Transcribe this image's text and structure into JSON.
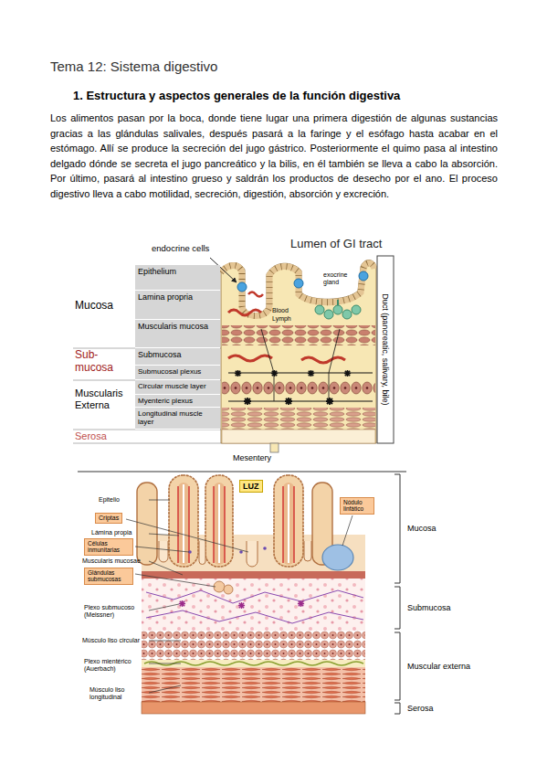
{
  "diagram": {
    "title": "Tema 12: Sistema digestivo",
    "nodes": [
      {
        "text": [
          "Epithelium"
        ]
      },
      {
        "text": [
          "Lamina propria"
        ]
      },
      {
        "text": [
          "Muscularis mucosa"
        ]
      },
      {
        "text": [
          "Submucosa"
        ]
      },
      {
        "text": [
          "Submucosal plexus"
        ]
      },
      {
        "text": [
          "Circular muscle layer"
        ]
      },
      {
        "text": [
          "Myenteric plexus"
        ]
      },
      {
        "text": [
          "Longitudinal muscle layer"
        ]
      },
      {
        "text": [
          "LUZ"
        ]
      },
      {
        "text": [
          "Nódulo linfático"
        ]
      },
      {
        "text": [
          "Criptas"
        ]
      },
      {
        "text": [
          "Células inmunitarias"
        ]
      },
      {
        "text": [
          "Glándulas submucosas"
        ]
      }
    ],
    "labels": [
      "1. Estructura y aspectos generales de la función digestiva",
      "Los alimentos pasan por la boca, donde tiene lugar una primera digestión de algunas sustancias gracias a las glándulas salivales, después pasará a la faringe y el esófago hasta acabar en el estómago. Allí se produce la secreción del jugo gástrico. Posteriormente el quimo pasa al intestino delgado dónde se secreta el jugo pancreático y la bilis, en él también se lleva a cabo la absorción. Por último, pasará al intestino grueso y saldrán los productos de desecho por el ano. El proceso digestivo lleva a cabo motilidad, secreción, digestión, absorción y excreción.",
      "endocrine cells",
      "Lumen of GI tract",
      "exocrine gland",
      "Duct (pancreatic, salivary, bile)",
      "Blood",
      "Lymph",
      "Mucosa",
      "Sub-mucosa",
      "Muscularis Externa",
      "Serosa",
      "Mesentery",
      "Epitelio",
      "Lámina propia",
      "Muscularis mucosae",
      "Plexo submucoso (Meissner)",
      "Músculo liso circular",
      "Plexo mientérico (Auerbach)",
      "Músculo liso longitudinal",
      "Mucosa",
      "Submucosa",
      "Muscular externa",
      "Serosa"
    ]
  }
}
